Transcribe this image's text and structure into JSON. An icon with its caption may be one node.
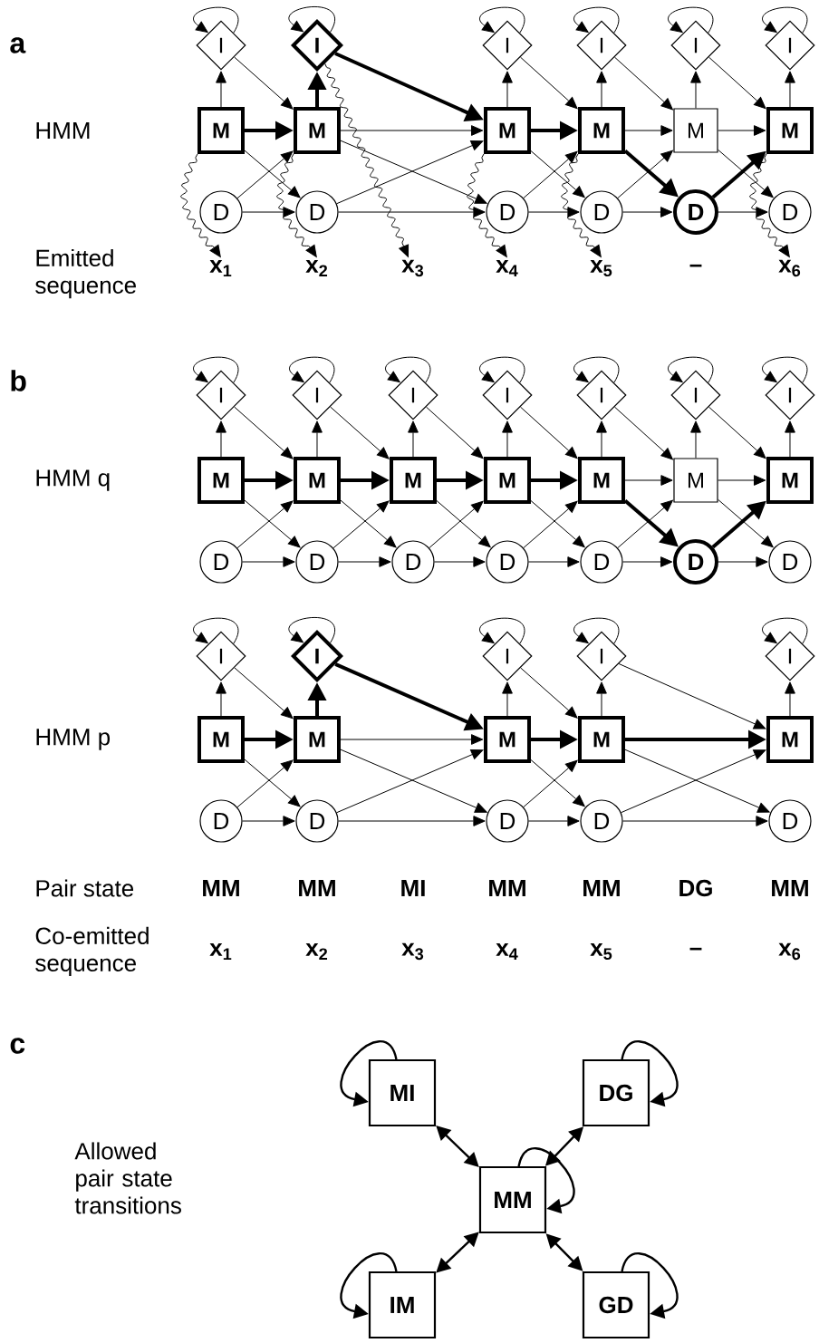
{
  "diagram": {
    "nodes": [
      {
        "text": [
          "I"
        ]
      },
      {
        "text": [
          "I"
        ]
      },
      {
        "text": [
          "I"
        ]
      },
      {
        "text": [
          "I"
        ]
      },
      {
        "text": [
          "I"
        ]
      },
      {
        "text": [
          "I"
        ]
      },
      {
        "text": [
          "M"
        ]
      },
      {
        "text": [
          "M"
        ]
      },
      {
        "text": [
          "M"
        ]
      },
      {
        "text": [
          "M"
        ]
      },
      {
        "text": [
          "M"
        ]
      },
      {
        "text": [
          "M"
        ]
      },
      {
        "text": [
          "D"
        ]
      },
      {
        "text": [
          "D"
        ]
      },
      {
        "text": [
          "D"
        ]
      },
      {
        "text": [
          "D"
        ]
      },
      {
        "text": [
          "D"
        ]
      },
      {
        "text": [
          "D"
        ]
      },
      {
        "text": [
          "x$_{1}$"
        ]
      },
      {
        "text": [
          "x$_{2}$"
        ]
      },
      {
        "text": [
          "x$_{3}$"
        ]
      },
      {
        "text": [
          "x$_{4}$"
        ]
      },
      {
        "text": [
          "x$_{5}$"
        ]
      },
      {
        "text": [
          "x$_{6}$"
        ]
      },
      {
        "text": [
          "I"
        ]
      },
      {
        "text": [
          "I"
        ]
      },
      {
        "text": [
          "I"
        ]
      },
      {
        "text": [
          "I"
        ]
      },
      {
        "text": [
          "I"
        ]
      },
      {
        "text": [
          "I"
        ]
      },
      {
        "text": [
          "I"
        ]
      },
      {
        "text": [
          "M"
        ]
      },
      {
        "text": [
          "M"
        ]
      },
      {
        "text": [
          "M"
        ]
      },
      {
        "text": [
          "M"
        ]
      },
      {
        "text": [
          "M"
        ]
      },
      {
        "text": [
          "M"
        ]
      },
      {
        "text": [
          "M"
        ]
      },
      {
        "text": [
          "D"
        ]
      },
      {
        "text": [
          "D"
        ]
      },
      {
        "text": [
          "D"
        ]
      },
      {
        "text": [
          "D"
        ]
      },
      {
        "text": [
          "D"
        ]
      },
      {
        "text": [
          "D"
        ]
      },
      {
        "text": [
          "D"
        ]
      },
      {
        "text": [
          "I"
        ]
      },
      {
        "text": [
          "I"
        ]
      },
      {
        "text": [
          "I"
        ]
      },
      {
        "text": [
          "I"
        ]
      },
      {
        "text": [
          "I"
        ]
      },
      {
        "text": [
          "M"
        ]
      },
      {
        "text": [
          "M"
        ]
      },
      {
        "text": [
          "M"
        ]
      },
      {
        "text": [
          "M"
        ]
      },
      {
        "text": [
          "M"
        ]
      },
      {
        "text": [
          "D"
        ]
      },
      {
        "text": [
          "D"
        ]
      },
      {
        "text": [
          "D"
        ]
      },
      {
        "text": [
          "D"
        ]
      },
      {
        "text": [
          "D"
        ]
      },
      {
        "text": [
          "MI"
        ]
      },
      {
        "text": [
          "DG"
        ]
      },
      {
        "text": [
          "MM"
        ]
      },
      {
        "text": [
          "IM"
        ]
      },
      {
        "text": [
          "GD"
        ]
      }
    ],
    "edges": [
      {
        "from": 6,
        "to": 0,
        "arrow": "to"
      },
      {
        "from": 7,
        "to": 1,
        "arrow": "to",
        "style": "thick"
      },
      {
        "from": 8,
        "to": 2,
        "arrow": "to"
      },
      {
        "from": 9,
        "to": 3,
        "arrow": "to"
      },
      {
        "from": 10,
        "to": 4,
        "arrow": "to"
      },
      {
        "from": 11,
        "to": 5,
        "arrow": "to"
      },
      {
        "from": 0,
        "to": 0,
        "arrow": "to"
      },
      {
        "from": 1,
        "to": 1,
        "arrow": "to"
      },
      {
        "from": 2,
        "to": 2,
        "arrow": "to"
      },
      {
        "from": 3,
        "to": 3,
        "arrow": "to"
      },
      {
        "from": 4,
        "to": 4,
        "arrow": "to"
      },
      {
        "from": 5,
        "to": 5,
        "arrow": "to"
      },
      {
        "from": 6,
        "to": 7,
        "arrow": "to",
        "style": "thick"
      },
      {
        "from": 0,
        "to": 7,
        "arrow": "to"
      },
      {
        "from": 12,
        "to": 7,
        "arrow": "to"
      },
      {
        "from": 6,
        "to": 13,
        "arrow": "to"
      },
      {
        "from": 12,
        "to": 13,
        "arrow": "to"
      },
      {
        "from": 7,
        "to": 8,
        "arrow": "to"
      },
      {
        "from": 1,
        "to": 8,
        "arrow": "to",
        "style": "thick"
      },
      {
        "from": 13,
        "to": 8,
        "arrow": "to"
      },
      {
        "from": 7,
        "to": 14,
        "arrow": "to"
      },
      {
        "from": 13,
        "to": 14,
        "arrow": "to"
      },
      {
        "from": 8,
        "to": 9,
        "arrow": "to",
        "style": "thick"
      },
      {
        "from": 2,
        "to": 9,
        "arrow": "to"
      },
      {
        "from": 14,
        "to": 9,
        "arrow": "to"
      },
      {
        "from": 8,
        "to": 15,
        "arrow": "to"
      },
      {
        "from": 14,
        "to": 15,
        "arrow": "to"
      },
      {
        "from": 9,
        "to": 10,
        "arrow": "to"
      },
      {
        "from": 3,
        "to": 10,
        "arrow": "to"
      },
      {
        "from": 15,
        "to": 10,
        "arrow": "to"
      },
      {
        "from": 9,
        "to": 16,
        "arrow": "to",
        "style": "thick"
      },
      {
        "from": 15,
        "to": 16,
        "arrow": "to"
      },
      {
        "from": 10,
        "to": 11,
        "arrow": "to"
      },
      {
        "from": 4,
        "to": 11,
        "arrow": "to"
      },
      {
        "from": 16,
        "to": 11,
        "arrow": "to",
        "style": "thick"
      },
      {
        "from": 10,
        "to": 17,
        "arrow": "to"
      },
      {
        "from": 16,
        "to": 17,
        "arrow": "to"
      },
      {
        "from": 6,
        "to": 18,
        "arrow": "to"
      },
      {
        "from": 7,
        "to": 19,
        "arrow": "to"
      },
      {
        "from": 1,
        "to": 20,
        "arrow": "to"
      },
      {
        "from": 8,
        "to": 21,
        "arrow": "to"
      },
      {
        "from": 9,
        "to": 22,
        "arrow": "to"
      },
      {
        "from": 11,
        "to": 23,
        "arrow": "to"
      },
      {
        "from": 31,
        "to": 24,
        "arrow": "to"
      },
      {
        "from": 32,
        "to": 25,
        "arrow": "to"
      },
      {
        "from": 33,
        "to": 26,
        "arrow": "to"
      },
      {
        "from": 34,
        "to": 27,
        "arrow": "to"
      },
      {
        "from": 35,
        "to": 28,
        "arrow": "to"
      },
      {
        "from": 36,
        "to": 29,
        "arrow": "to"
      },
      {
        "from": 37,
        "to": 30,
        "arrow": "to"
      },
      {
        "from": 24,
        "to": 24,
        "arrow": "to"
      },
      {
        "from": 25,
        "to": 25,
        "arrow": "to"
      },
      {
        "from": 26,
        "to": 26,
        "arrow": "to"
      },
      {
        "from": 27,
        "to": 27,
        "arrow": "to"
      },
      {
        "from": 28,
        "to": 28,
        "arrow": "to"
      },
      {
        "from": 29,
        "to": 29,
        "arrow": "to"
      },
      {
        "from": 30,
        "to": 30,
        "arrow": "to"
      },
      {
        "from": 31,
        "to": 32,
        "arrow": "to",
        "style": "thick"
      },
      {
        "from": 24,
        "to": 32,
        "arrow": "to"
      },
      {
        "from": 38,
        "to": 32,
        "arrow": "to"
      },
      {
        "from": 31,
        "to": 39,
        "arrow": "to"
      },
      {
        "from": 38,
        "to": 39,
        "arrow": "to"
      },
      {
        "from": 32,
        "to": 33,
        "arrow": "to",
        "style": "thick"
      },
      {
        "from": 25,
        "to": 33,
        "arrow": "to"
      },
      {
        "from": 39,
        "to": 33,
        "arrow": "to"
      },
      {
        "from": 32,
        "to": 40,
        "arrow": "to"
      },
      {
        "from": 39,
        "to": 40,
        "arrow": "to"
      },
      {
        "from": 33,
        "to": 34,
        "arrow": "to",
        "style": "thick"
      },
      {
        "from": 26,
        "to": 34,
        "arrow": "to"
      },
      {
        "from": 40,
        "to": 34,
        "arrow": "to"
      },
      {
        "from": 33,
        "to": 41,
        "arrow": "to"
      },
      {
        "from": 40,
        "to": 41,
        "arrow": "to"
      },
      {
        "from": 34,
        "to": 35,
        "arrow": "to",
        "style": "thick"
      },
      {
        "from": 27,
        "to": 35,
        "arrow": "to"
      },
      {
        "from": 41,
        "to": 35,
        "arrow": "to"
      },
      {
        "from": 34,
        "to": 42,
        "arrow": "to"
      },
      {
        "from": 41,
        "to": 42,
        "arrow": "to"
      },
      {
        "from": 35,
        "to": 36,
        "arrow": "to"
      },
      {
        "from": 28,
        "to": 36,
        "arrow": "to"
      },
      {
        "from": 42,
        "to": 36,
        "arrow": "to"
      },
      {
        "from": 35,
        "to": 43,
        "arrow": "to",
        "style": "thick"
      },
      {
        "from": 42,
        "to": 43,
        "arrow": "to"
      },
      {
        "from": 36,
        "to": 37,
        "arrow": "to"
      },
      {
        "from": 29,
        "to": 37,
        "arrow": "to"
      },
      {
        "from": 43,
        "to": 37,
        "arrow": "to",
        "style": "thick"
      },
      {
        "from": 36,
        "to": 44,
        "arrow": "to"
      },
      {
        "from": 43,
        "to": 44,
        "arrow": "to"
      },
      {
        "from": 50,
        "to": 45,
        "arrow": "to"
      },
      {
        "from": 51,
        "to": 46,
        "arrow": "to",
        "style": "thick"
      },
      {
        "from": 52,
        "to": 47,
        "arrow": "to"
      },
      {
        "from": 53,
        "to": 48,
        "arrow": "to"
      },
      {
        "from": 54,
        "to": 49,
        "arrow": "to"
      },
      {
        "from": 45,
        "to": 45,
        "arrow": "to"
      },
      {
        "from": 46,
        "to": 46,
        "arrow": "to"
      },
      {
        "from": 47,
        "to": 47,
        "arrow": "to"
      },
      {
        "from": 48,
        "to": 48,
        "arrow": "to"
      },
      {
        "from": 49,
        "to": 49,
        "arrow": "to"
      },
      {
        "from": 50,
        "to": 51,
        "arrow": "to",
        "style": "thick"
      },
      {
        "from": 45,
        "to": 51,
        "arrow": "to"
      },
      {
        "from": 55,
        "to": 51,
        "arrow": "to"
      },
      {
        "from": 50,
        "to": 56,
        "arrow": "to"
      },
      {
        "from": 55,
        "to": 56,
        "arrow": "to"
      },
      {
        "from": 51,
        "to": 52,
        "arrow": "to"
      },
      {
        "from": 46,
        "to": 52,
        "arrow": "to",
        "style": "thick"
      },
      {
        "from": 56,
        "to": 52,
        "arrow": "to"
      },
      {
        "from": 51,
        "to": 57,
        "arrow": "to"
      },
      {
        "from": 56,
        "to": 57,
        "arrow": "to"
      },
      {
        "from": 52,
        "to": 53,
        "arrow": "to",
        "style": "thick"
      },
      {
        "from": 47,
        "to": 53,
        "arrow": "to"
      },
      {
        "from": 57,
        "to": 53,
        "arrow": "to"
      },
      {
        "from": 52,
        "to": 58,
        "arrow": "to"
      },
      {
        "from": 57,
        "to": 58,
        "arrow": "to"
      },
      {
        "from": 53,
        "to": 54,
        "arrow": "to",
        "style": "thick"
      },
      {
        "from": 48,
        "to": 54,
        "arrow": "to"
      },
      {
        "from": 58,
        "to": 54,
        "arrow": "to"
      },
      {
        "from": 53,
        "to": 59,
        "arrow": "to"
      },
      {
        "from": 58,
        "to": 59,
        "arrow": "to"
      },
      {
        "from": 60,
        "to": 60,
        "arrow": "to"
      },
      {
        "from": 61,
        "to": 61,
        "arrow": "to"
      },
      {
        "from": 62,
        "to": 62,
        "arrow": "to"
      },
      {
        "from": 63,
        "to": 63,
        "arrow": "to"
      },
      {
        "from": 64,
        "to": 64,
        "arrow": "to"
      },
      {
        "from": 62,
        "to": 60,
        "arrow": "both"
      },
      {
        "from": 62,
        "to": 61,
        "arrow": "both"
      },
      {
        "from": 62,
        "to": 63,
        "arrow": "both"
      },
      {
        "from": 62,
        "to": 64,
        "arrow": "both"
      }
    ],
    "labels": [
      "a",
      "HMM",
      "Emitted sequence",
      "–",
      "b",
      "HMM q",
      "HMM p",
      "Pair state",
      "MM",
      "MM",
      "MI",
      "MM",
      "MM",
      "DG",
      "MM",
      "Co-emitted sequence",
      "x$_{1}$",
      "x$_{2}$",
      "x$_{3}$",
      "x$_{4}$",
      "x$_{5}$",
      "–",
      "x$_{6}$",
      "c",
      "Allowed pair state transitions"
    ]
  }
}
